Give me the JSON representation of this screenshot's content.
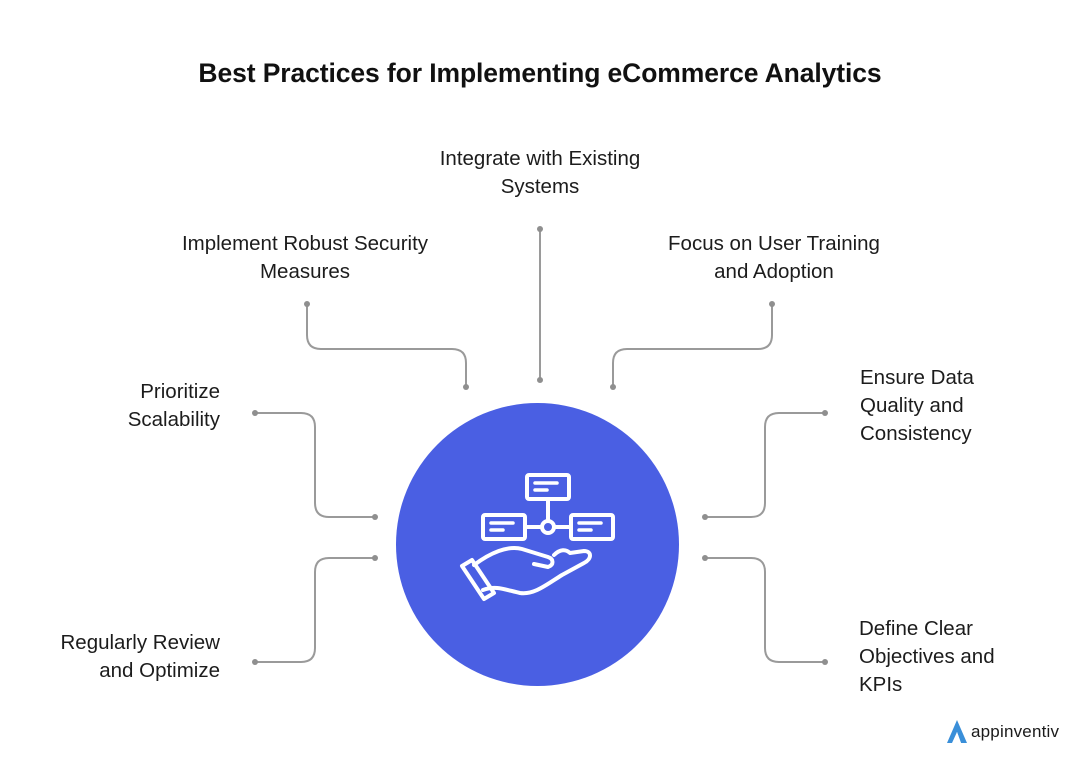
{
  "title": "Best Practices for Implementing eCommerce Analytics",
  "accent_color": "#4a5fe3",
  "connector_color": "#9a9a9a",
  "hub": {
    "icon": "hand-holding-network-icon"
  },
  "practices": [
    {
      "id": "integrate",
      "lines": [
        "Integrate with Existing",
        "Systems"
      ]
    },
    {
      "id": "security",
      "lines": [
        "Implement Robust Security",
        "Measures"
      ]
    },
    {
      "id": "training",
      "lines": [
        "Focus on User Training",
        "and Adoption"
      ]
    },
    {
      "id": "scalability",
      "lines": [
        "Prioritize",
        "Scalability"
      ]
    },
    {
      "id": "quality",
      "lines": [
        "Ensure Data",
        "Quality and",
        "Consistency"
      ]
    },
    {
      "id": "review",
      "lines": [
        "Regularly Review",
        "and Optimize"
      ]
    },
    {
      "id": "objectives",
      "lines": [
        "Define Clear",
        "Objectives and",
        "KPIs"
      ]
    }
  ],
  "brand": {
    "name": "appinventiv",
    "logo_color": "#3a8fd9"
  }
}
